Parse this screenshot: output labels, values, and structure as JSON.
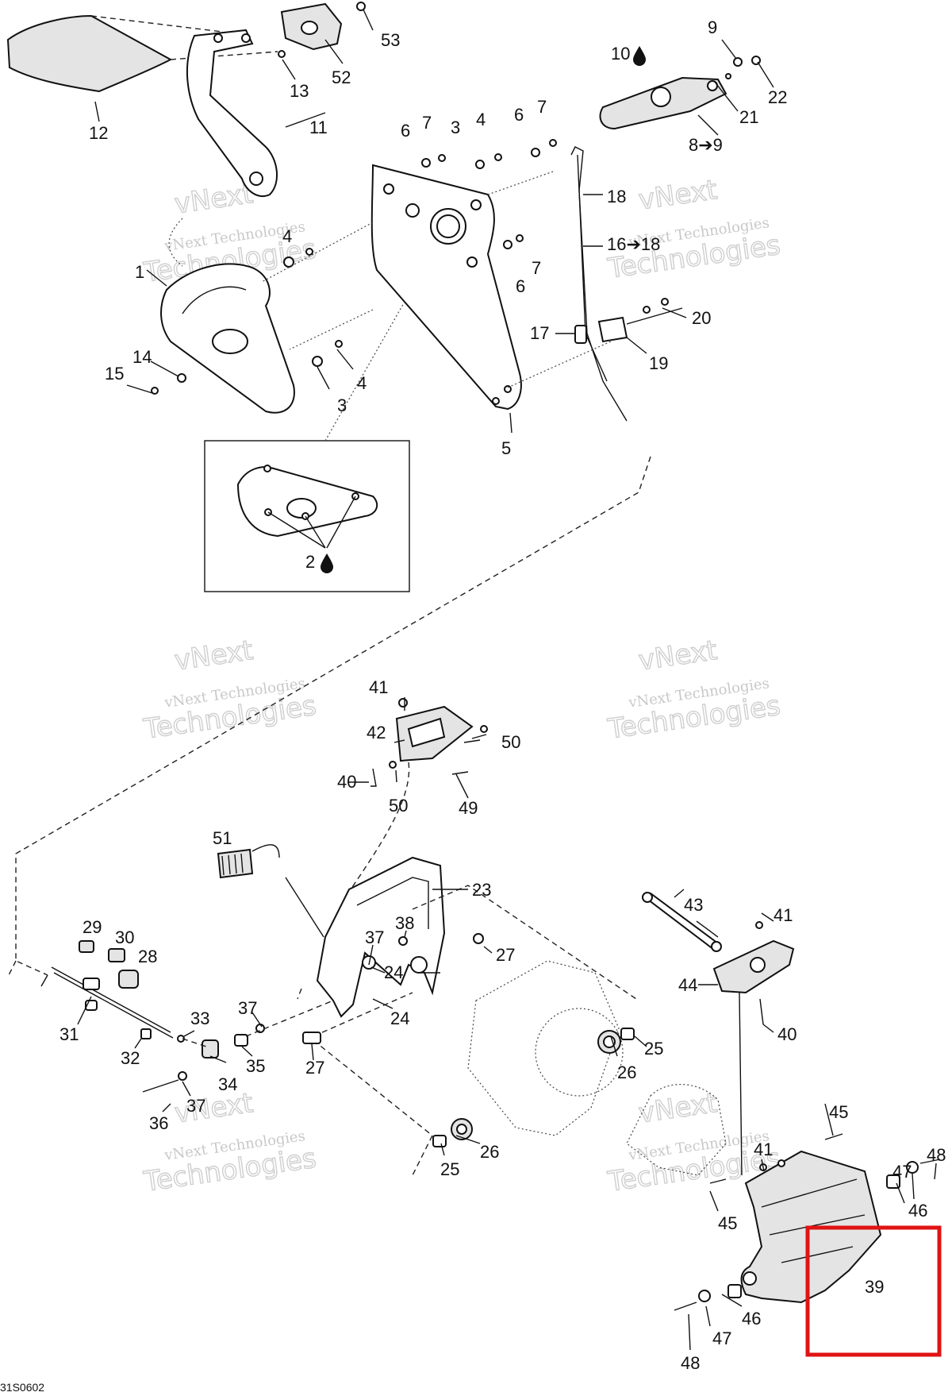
{
  "diagram_code": "31S0602",
  "watermark": {
    "line1": "vNext Technologies",
    "line2": "vNext",
    "line3": "Technologies"
  },
  "labels": {
    "n1": "1",
    "n2": "2",
    "n3a": "3",
    "n3b": "3",
    "n4a": "4",
    "n4b": "4",
    "n4c": "4",
    "n5": "5",
    "n6a": "6",
    "n6b": "6",
    "n7a": "7",
    "n7b": "7",
    "n7c": "7",
    "n8": "8➔9",
    "n9": "9",
    "n10": "10",
    "n11": "11",
    "n12": "12",
    "n13": "13",
    "n14": "14",
    "n15": "15",
    "n16": "16➔18",
    "n17": "17",
    "n18": "18",
    "n19": "19",
    "n20": "20",
    "n21": "21",
    "n22": "22",
    "n23": "23",
    "n24a": "24",
    "n24b": "24",
    "n25a": "25",
    "n25b": "25",
    "n26a": "26",
    "n26b": "26",
    "n27a": "27",
    "n27b": "27",
    "n28": "28",
    "n29": "29",
    "n30": "30",
    "n31": "31",
    "n32": "32",
    "n33": "33",
    "n34": "34",
    "n35": "35",
    "n36": "36",
    "n37a": "37",
    "n37b": "37",
    "n37c": "37",
    "n38": "38",
    "n39": "39",
    "n40a": "40",
    "n40b": "40",
    "n41a": "41",
    "n41b": "41",
    "n41c": "41",
    "n42": "42",
    "n43": "43",
    "n44": "44",
    "n45a": "45",
    "n45b": "45",
    "n46a": "46",
    "n46b": "46",
    "n47a": "47",
    "n47b": "47",
    "n48a": "48",
    "n48b": "48",
    "n49": "49",
    "n50a": "50",
    "n50b": "50",
    "n51": "51",
    "n52": "52",
    "n53": "53"
  },
  "highlight": {
    "target": "39",
    "color": "#e01414"
  }
}
